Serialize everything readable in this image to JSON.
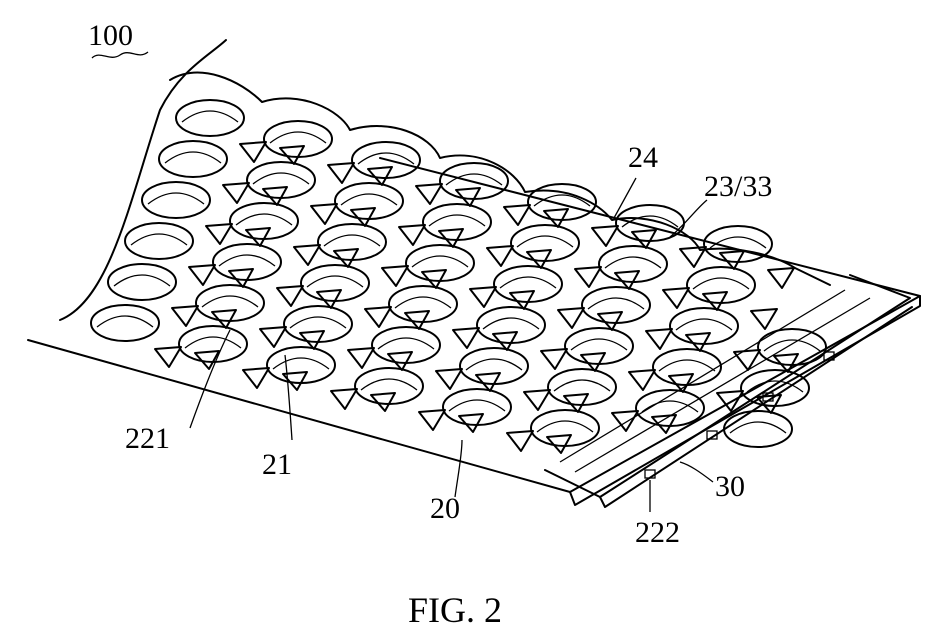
{
  "figure": {
    "caption": "FIG. 2",
    "labels": {
      "assembly": "100",
      "mat_edge": "24",
      "combined_ref": "23/33",
      "hole_ref": "221",
      "surface_ref": "21",
      "tray_ref": "20",
      "strip_ref": "30",
      "slot_ref": "222"
    },
    "grid": {
      "rows": 6,
      "columns": 8
    }
  }
}
